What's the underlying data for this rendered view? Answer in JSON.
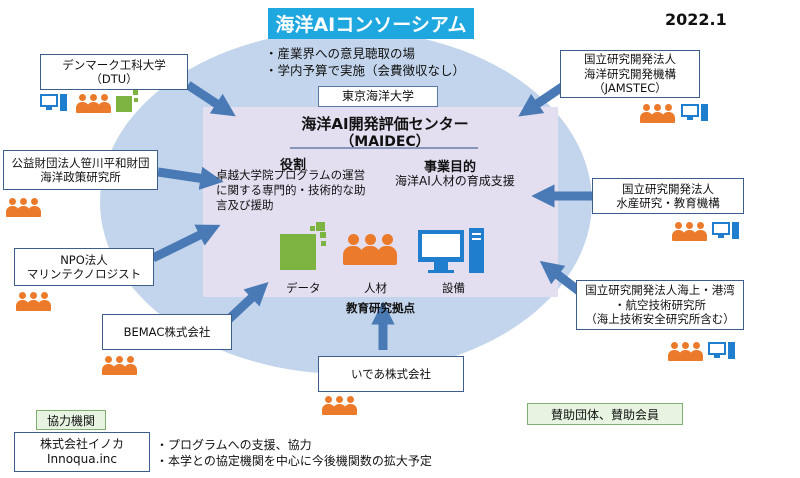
{
  "title": "海洋AIコンソーシアム",
  "date": "2022.1",
  "consortium_notes": [
    "・産業界への意見聴取の場",
    "・学内予算で実施（会費徴収なし）"
  ],
  "university": "東京海洋大学",
  "center": {
    "name": "海洋AI開発評価センター",
    "abbr": "（MAIDEC）",
    "role_title": "役割",
    "role_text": "卓越大学院プログラムの運営\nに関する専門的・技術的な助\n言及び援助",
    "purpose_title": "事業目的",
    "purpose_text": "海洋AI人材の育成支援",
    "resources": [
      "データ",
      "人材",
      "設備"
    ],
    "base_label": "教育研究拠点"
  },
  "partners": {
    "dtu": "デンマーク工科大学\n（DTU）",
    "sasakawa": "公益財団法人笹川平和財団\n海洋政策研究所",
    "npo": "NPO法人\nマリンテクノロジスト",
    "bemac": "BEMAC株式会社",
    "idea": "いであ株式会社",
    "jamstec": "国立研究開発法人\n海洋研究開発機構\n（JAMSTEC）",
    "fra": "国立研究開発法人\n水産研究・教育機構",
    "mpat": "国立研究開発法人海上・港湾\n・航空技術研究所\n（海上技術安全研究所含む）"
  },
  "cooperation": {
    "label": "協力機関",
    "org": "株式会社イノカ\nInnoqua.inc",
    "notes": [
      "・プログラムへの支援、協力",
      "・本学との協定機関を中心に今後機関数の拡大予定"
    ]
  },
  "supporters": "賛助団体、賛助会員",
  "colors": {
    "ellipse": "#c3d5ec",
    "center_box": "#e4dff0",
    "arrow": "#4a7ab5",
    "title_bg": "#1fa8e0",
    "people": "#ec7a2b",
    "icon_blue": "#1f7fce",
    "green": "#7cb341"
  }
}
